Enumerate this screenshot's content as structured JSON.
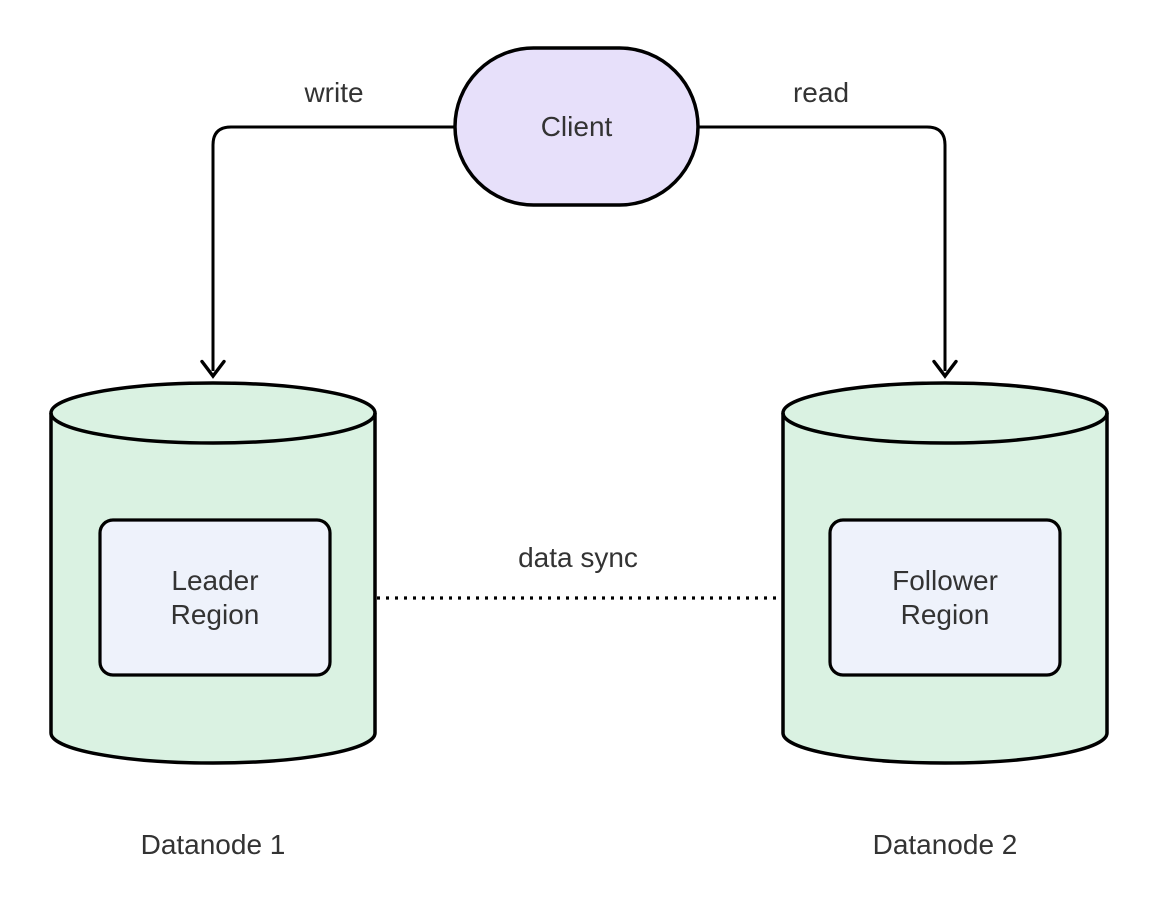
{
  "diagram": {
    "type": "flowchart",
    "nodes": {
      "client": {
        "label": "Client",
        "shape": "stadium"
      },
      "datanode1": {
        "label": "Datanode 1",
        "shape": "cylinder"
      },
      "datanode2": {
        "label": "Datanode 2",
        "shape": "cylinder"
      },
      "leader_region": {
        "label": "Leader\nRegion",
        "shape": "rounded-rect"
      },
      "follower_region": {
        "label": "Follower\nRegion",
        "shape": "rounded-rect"
      }
    },
    "edges": {
      "write": {
        "label": "write",
        "from": "Client",
        "to": "Datanode 1",
        "style": "solid"
      },
      "read": {
        "label": "read",
        "from": "Client",
        "to": "Datanode 2",
        "style": "solid"
      },
      "data_sync": {
        "label": "data sync",
        "from": "Leader Region",
        "to": "Follower Region",
        "style": "dotted"
      }
    },
    "colors": {
      "background": "#ffffff",
      "stroke": "#000000",
      "text": "#333333",
      "client_fill": "#e7e0fa",
      "cylinder_fill": "#daf2e2",
      "region_fill": "#eef2fb"
    }
  }
}
